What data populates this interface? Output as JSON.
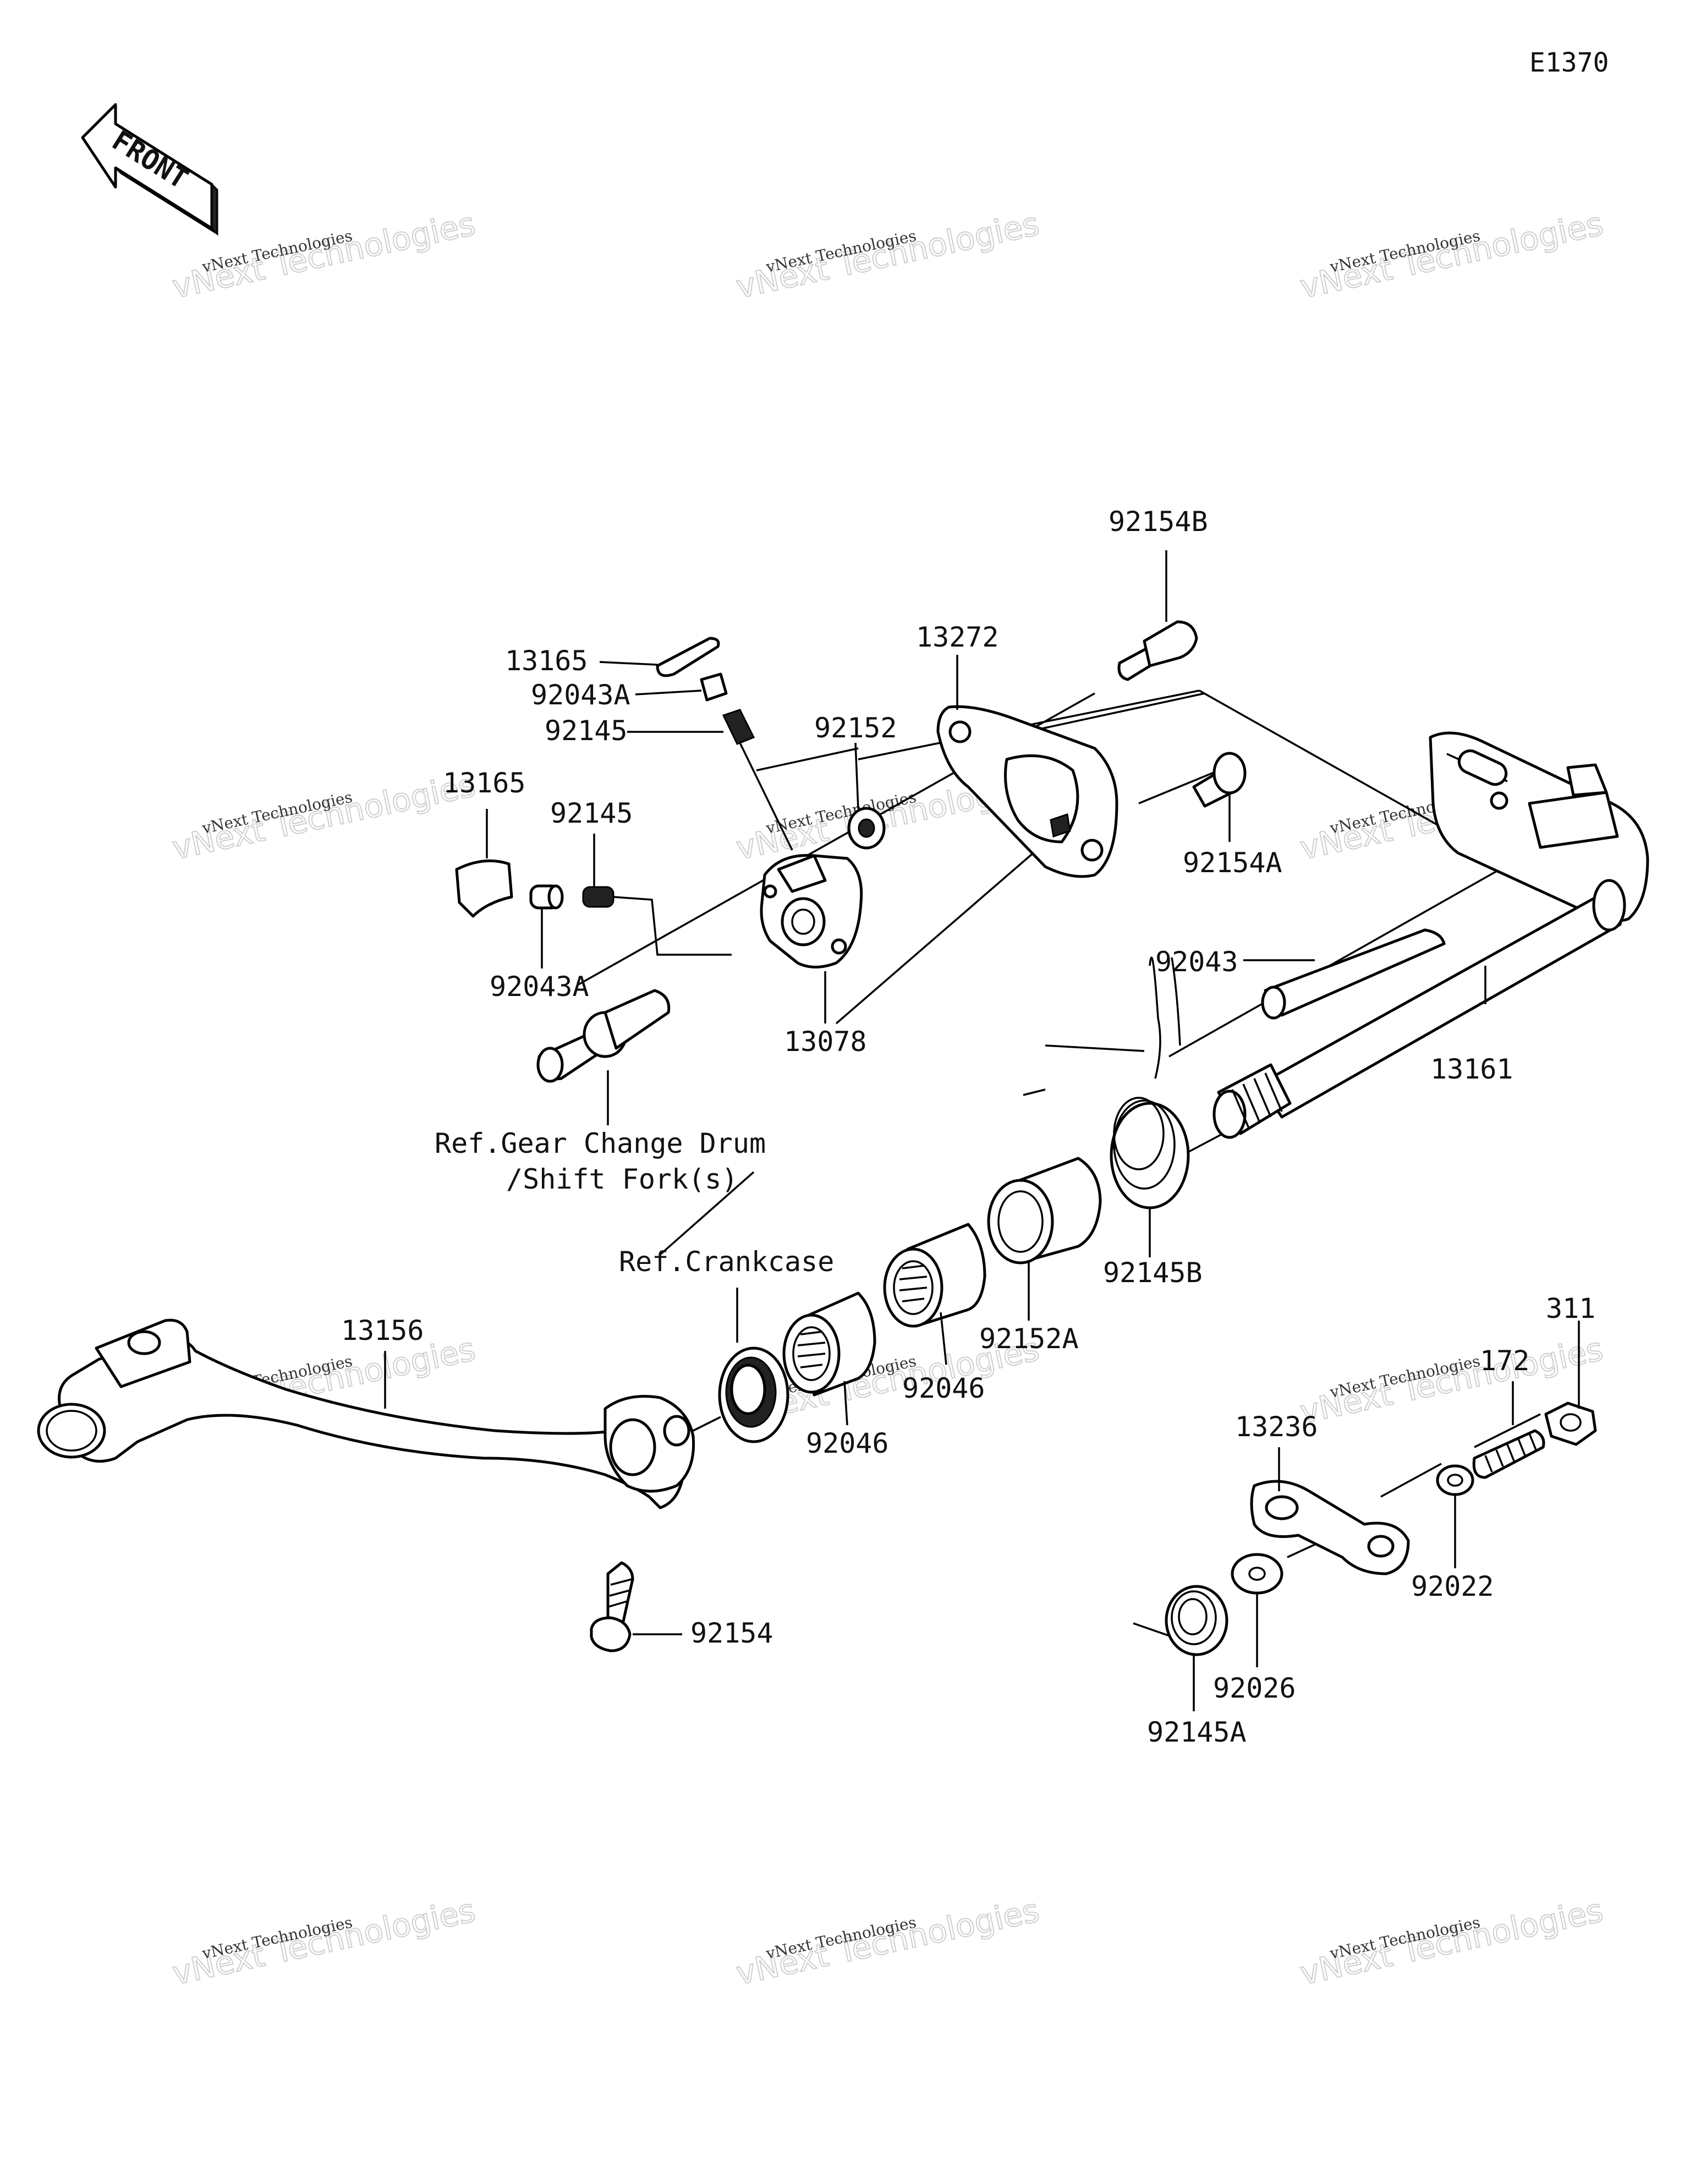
{
  "diagram_code": "E1370",
  "front_label": "FRONT",
  "watermark": {
    "line1": "vNext Technologies",
    "line2": "vNext Technologies"
  },
  "parts": {
    "p13165_top": "13165",
    "p92043A_top": "92043A",
    "p92145_top": "92145",
    "p13165_left": "13165",
    "p92145_left": "92145",
    "p92043A_left": "92043A",
    "p92152": "92152",
    "p13078": "13078",
    "p13272": "13272",
    "p92154B": "92154B",
    "p92154A": "92154A",
    "p92043": "92043",
    "p13161": "13161",
    "p92145B": "92145B",
    "p92152A": "92152A",
    "p92046_a": "92046",
    "p92046_b": "92046",
    "p13156": "13156",
    "p92154": "92154",
    "p13236": "13236",
    "p172": "172",
    "p311": "311",
    "p92022": "92022",
    "p92026": "92026",
    "p92145A": "92145A"
  },
  "references": {
    "gear_change_line1": "Ref.Gear Change Drum",
    "gear_change_line2": "/Shift Fork(s)",
    "crankcase": "Ref.Crankcase"
  }
}
